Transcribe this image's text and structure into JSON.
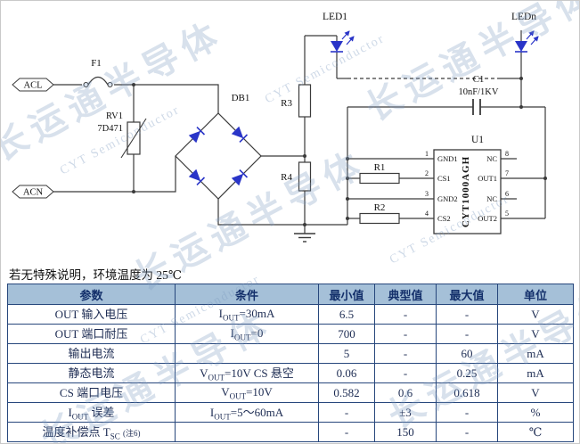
{
  "watermark": {
    "cn": "长运通半导体",
    "en": "CYT Semiconductor"
  },
  "note": "若无特殊说明，环境温度为 25℃",
  "schematic": {
    "acl": "ACL",
    "acn": "ACN",
    "f1": "F1",
    "rv1": {
      "ref": "RV1",
      "value": "7D471"
    },
    "db1": "DB1",
    "r3": "R3",
    "r4": "R4",
    "r1": "R1",
    "r2": "R2",
    "led1": "LED1",
    "ledn": "LEDn",
    "c1": {
      "ref": "C1",
      "value": "10nF/1KV"
    },
    "u1": {
      "ref": "U1",
      "chip": "CYT1000AGH",
      "left_pins": [
        {
          "num": "1",
          "name": "GND1"
        },
        {
          "num": "2",
          "name": "CS1"
        },
        {
          "num": "3",
          "name": "GND2"
        },
        {
          "num": "4",
          "name": "CS2"
        }
      ],
      "right_pins": [
        {
          "num": "8",
          "name": "NC"
        },
        {
          "num": "7",
          "name": "OUT1"
        },
        {
          "num": "6",
          "name": "NC"
        },
        {
          "num": "5",
          "name": "OUT2"
        }
      ]
    }
  },
  "table": {
    "headers": [
      "参数",
      "条件",
      "最小值",
      "典型值",
      "最大值",
      "单位"
    ],
    "rows": [
      {
        "param": {
          "pre": "OUT 输入电压",
          "sub": "",
          "post": "",
          "note": ""
        },
        "cond": {
          "pre": "I",
          "sub": "OUT",
          "post": "=30mA"
        },
        "min": "6.5",
        "typ": "-",
        "max": "-",
        "unit": "V"
      },
      {
        "param": {
          "pre": "OUT 端口耐压",
          "sub": "",
          "post": "",
          "note": ""
        },
        "cond": {
          "pre": "I",
          "sub": "OUT",
          "post": "=0"
        },
        "min": "700",
        "typ": "-",
        "max": "-",
        "unit": "V"
      },
      {
        "param": {
          "pre": "输出电流",
          "sub": "",
          "post": "",
          "note": ""
        },
        "cond": {
          "pre": "",
          "sub": "",
          "post": ""
        },
        "min": "5",
        "typ": "-",
        "max": "60",
        "unit": "mA"
      },
      {
        "param": {
          "pre": "静态电流",
          "sub": "",
          "post": "",
          "note": ""
        },
        "cond": {
          "pre": "V",
          "sub": "OUT",
          "post": "=10V CS 悬空"
        },
        "min": "0.06",
        "typ": "-",
        "max": "0.25",
        "unit": "mA"
      },
      {
        "param": {
          "pre": "CS 端口电压",
          "sub": "",
          "post": "",
          "note": ""
        },
        "cond": {
          "pre": "V",
          "sub": "OUT",
          "post": "=10V"
        },
        "min": "0.582",
        "typ": "0.6",
        "max": "0.618",
        "unit": "V"
      },
      {
        "param": {
          "pre": "I",
          "sub": "OUT",
          "post": " 误差",
          "note": ""
        },
        "cond": {
          "pre": "I",
          "sub": "OUT",
          "post": "=5～60mA"
        },
        "min": "-",
        "typ": "±3",
        "max": "-",
        "unit": "%"
      },
      {
        "param": {
          "pre": "温度补偿点 T",
          "sub": "SC",
          "post": " ",
          "note": "(注6)"
        },
        "cond": {
          "pre": "",
          "sub": "",
          "post": ""
        },
        "min": "-",
        "typ": "150",
        "max": "-",
        "unit": "℃"
      }
    ]
  },
  "colors": {
    "header_bg": "#a5c0d8",
    "table_border": "#27477c",
    "diode_blue": "#2a35c8",
    "wire": "#3a3a3a",
    "watermark": "#7d9cc0"
  }
}
